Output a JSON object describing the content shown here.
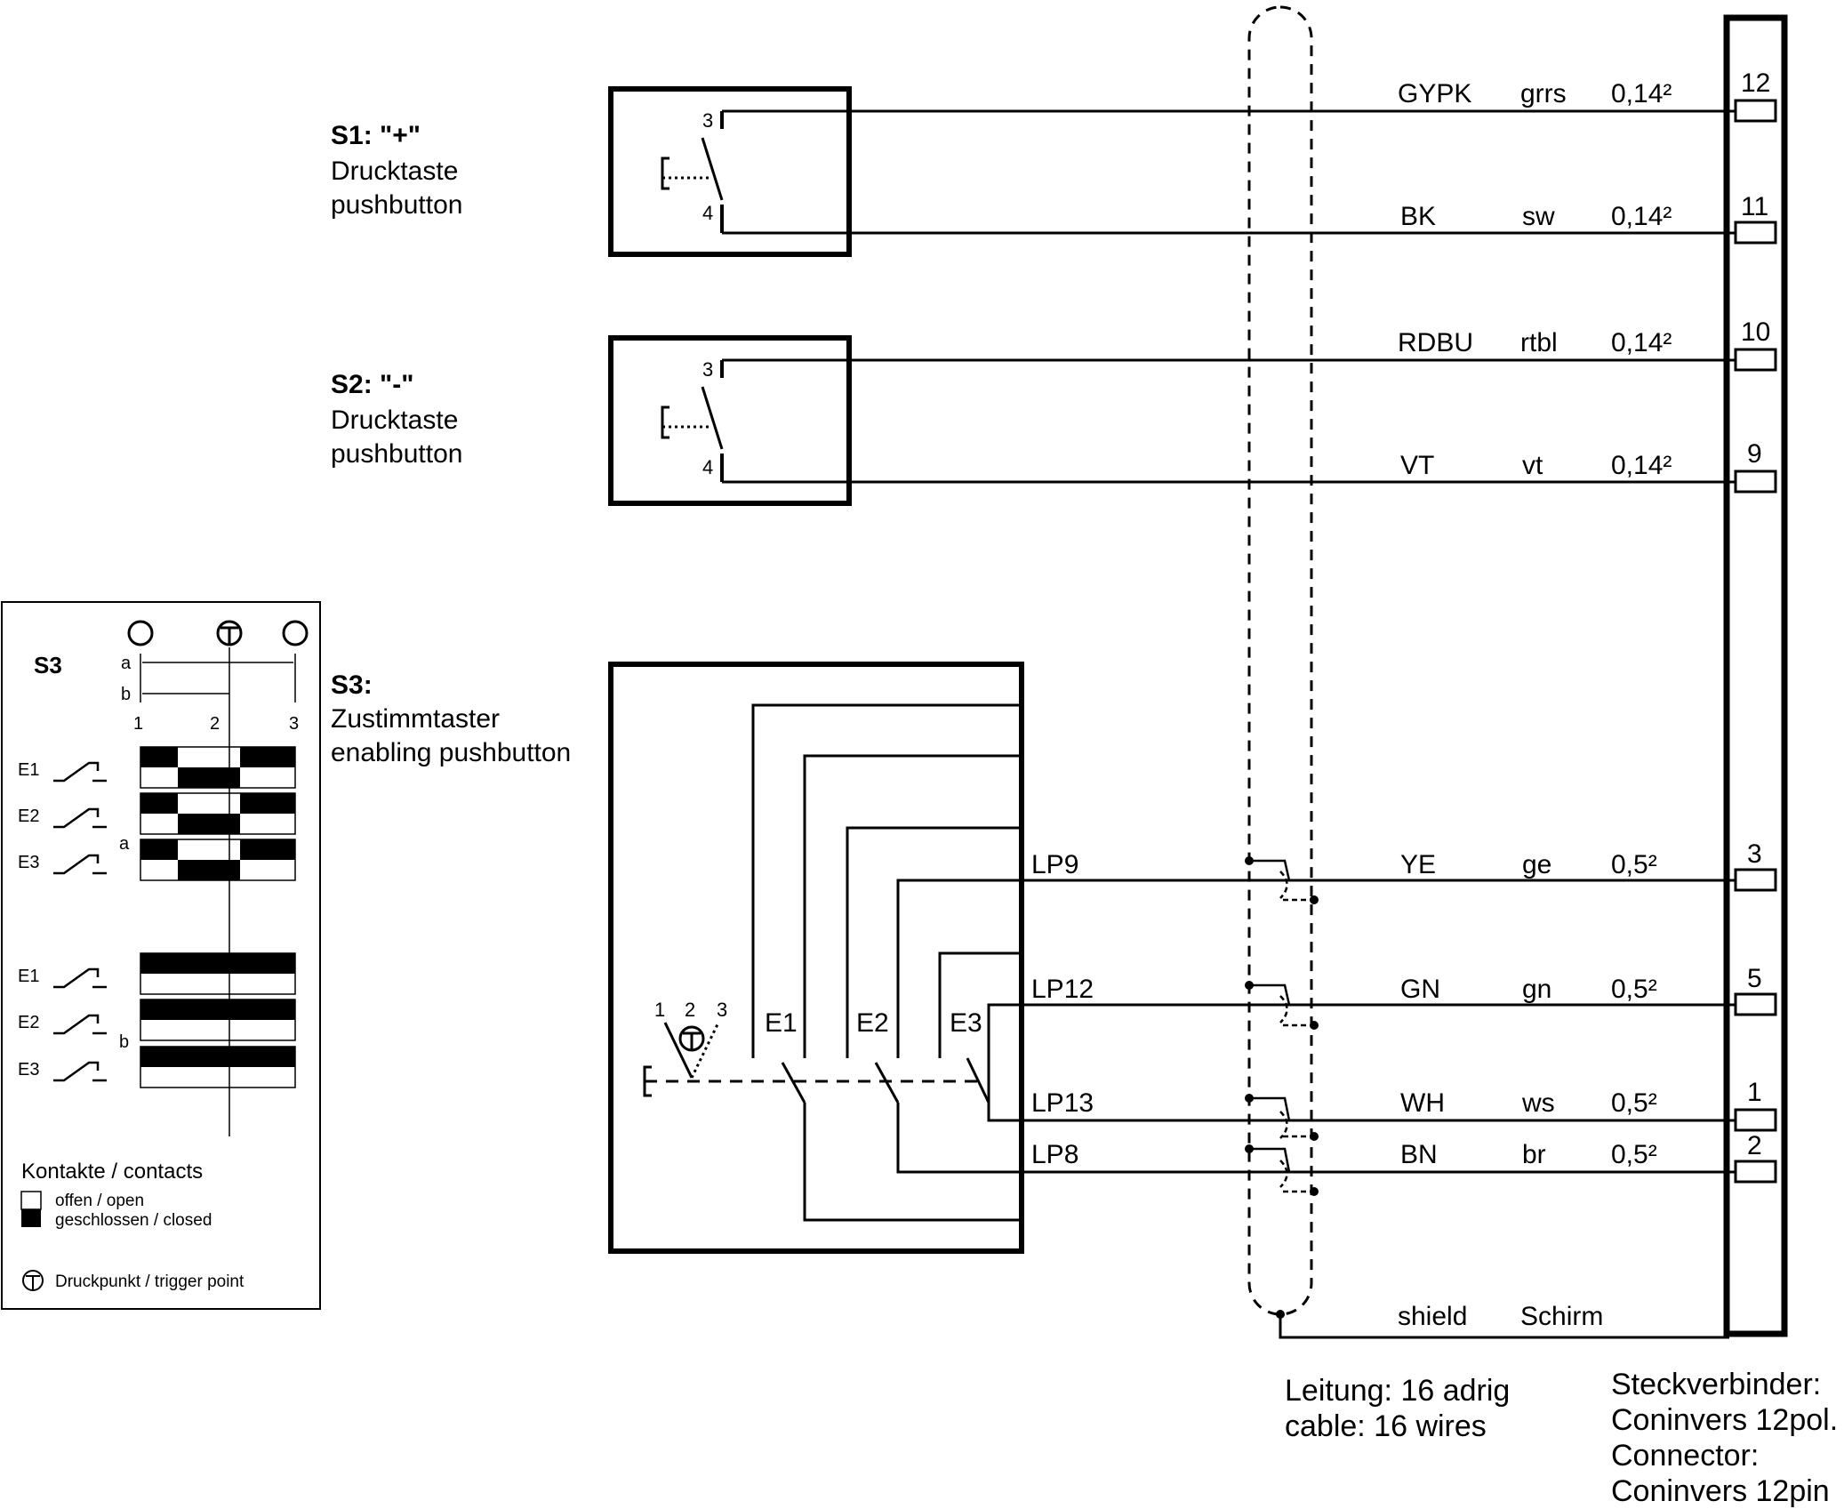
{
  "colors": {
    "ink": "#000000",
    "paper": "#ffffff"
  },
  "s1": {
    "title": "S1: \"+\"",
    "line1": "Drucktaste",
    "line2": "pushbutton",
    "pin_top": "3",
    "pin_bottom": "4"
  },
  "s2": {
    "title": "S2: \"-\"",
    "line1": "Drucktaste",
    "line2": "pushbutton",
    "pin_top": "3",
    "pin_bottom": "4"
  },
  "s3": {
    "title": "S3:",
    "line1": "Zustimmtaster",
    "line2": "enabling pushbutton",
    "pos1": "1",
    "pos2": "2",
    "pos3": "3",
    "e1": "E1",
    "e2": "E2",
    "e3": "E3"
  },
  "wires": [
    {
      "code": "GYPK",
      "de": "grrs",
      "gauge": "0,14²",
      "pin": "12"
    },
    {
      "code": "BK",
      "de": "sw",
      "gauge": "0,14²",
      "pin": "11"
    },
    {
      "code": "RDBU",
      "de": "rtbl",
      "gauge": "0,14²",
      "pin": "10"
    },
    {
      "code": "VT",
      "de": "vt",
      "gauge": "0,14²",
      "pin": "9"
    },
    {
      "code": "YE",
      "de": "ge",
      "gauge": "0,5²",
      "pin": "3",
      "lp": "LP9"
    },
    {
      "code": "GN",
      "de": "gn",
      "gauge": "0,5²",
      "pin": "5",
      "lp": "LP12"
    },
    {
      "code": "WH",
      "de": "ws",
      "gauge": "0,5²",
      "pin": "1",
      "lp": "LP13"
    },
    {
      "code": "BN",
      "de": "br",
      "gauge": "0,5²",
      "pin": "2",
      "lp": "LP8"
    }
  ],
  "shield": {
    "label": "shield",
    "label_de": "Schirm"
  },
  "cable": {
    "line1": "Leitung: 16 adrig",
    "line2": "cable: 16 wires"
  },
  "connector": {
    "line1": "Steckverbinder:",
    "line2": "Coninvers 12pol.",
    "line3": "Connector:",
    "line4": "Coninvers 12pin"
  },
  "legend": {
    "title": "S3",
    "mark_a": "a",
    "mark_b": "b",
    "pos1": "1",
    "pos2": "2",
    "pos3": "3",
    "group_a": "a",
    "group_b": "b",
    "e1": "E1",
    "e2": "E2",
    "e3": "E3",
    "contacts": "Kontakte / contacts",
    "open": "offen / open",
    "closed": "geschlossen / closed",
    "trigger": "Druckpunkt / trigger point"
  }
}
